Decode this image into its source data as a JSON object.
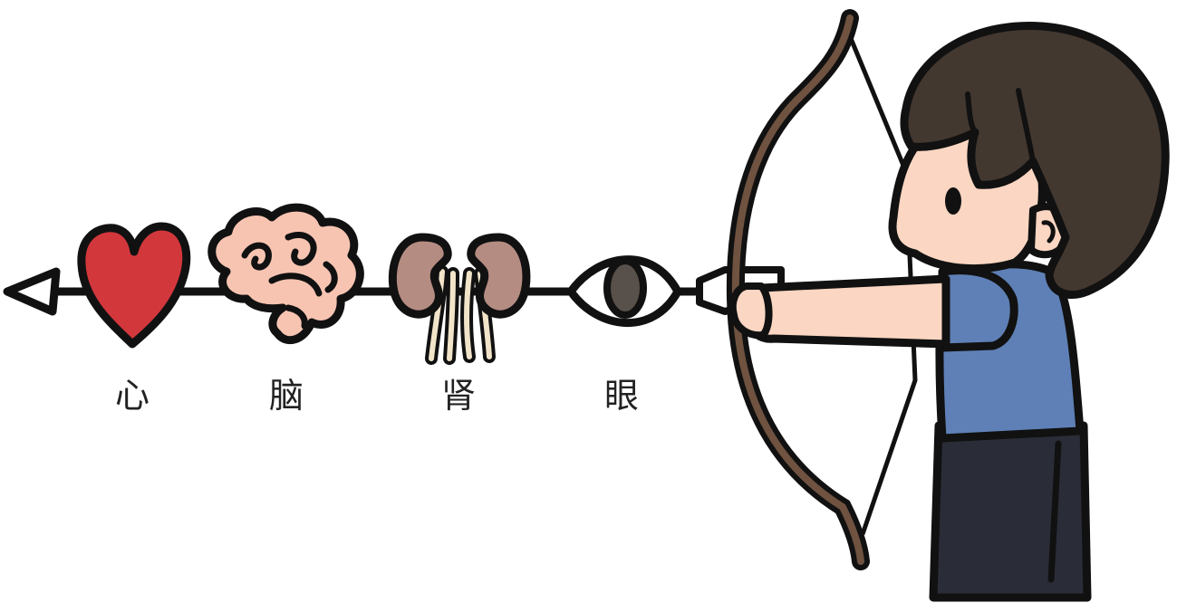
{
  "colors": {
    "background": "#ffffff",
    "outline": "#111111",
    "heart": "#d2373c",
    "brain": "#f8c4b2",
    "kidney": "#b58c82",
    "nerve": "#f1e4c9",
    "pupil": "#58504a",
    "bow_wood": "#6f5240",
    "hair": "#433830",
    "skin": "#fbd6c2",
    "shirt": "#5e80b6",
    "pants": "#2a2d38"
  },
  "organs": [
    {
      "label": "心",
      "icon": "heart-icon"
    },
    {
      "label": "脑",
      "icon": "brain-icon"
    },
    {
      "label": "肾",
      "icon": "kidney-icon"
    },
    {
      "label": "眼",
      "icon": "eye-icon"
    }
  ],
  "figure": {
    "subject": "archer",
    "icons": [
      "arrow-icon",
      "bow-icon",
      "boy-archer-icon"
    ]
  }
}
